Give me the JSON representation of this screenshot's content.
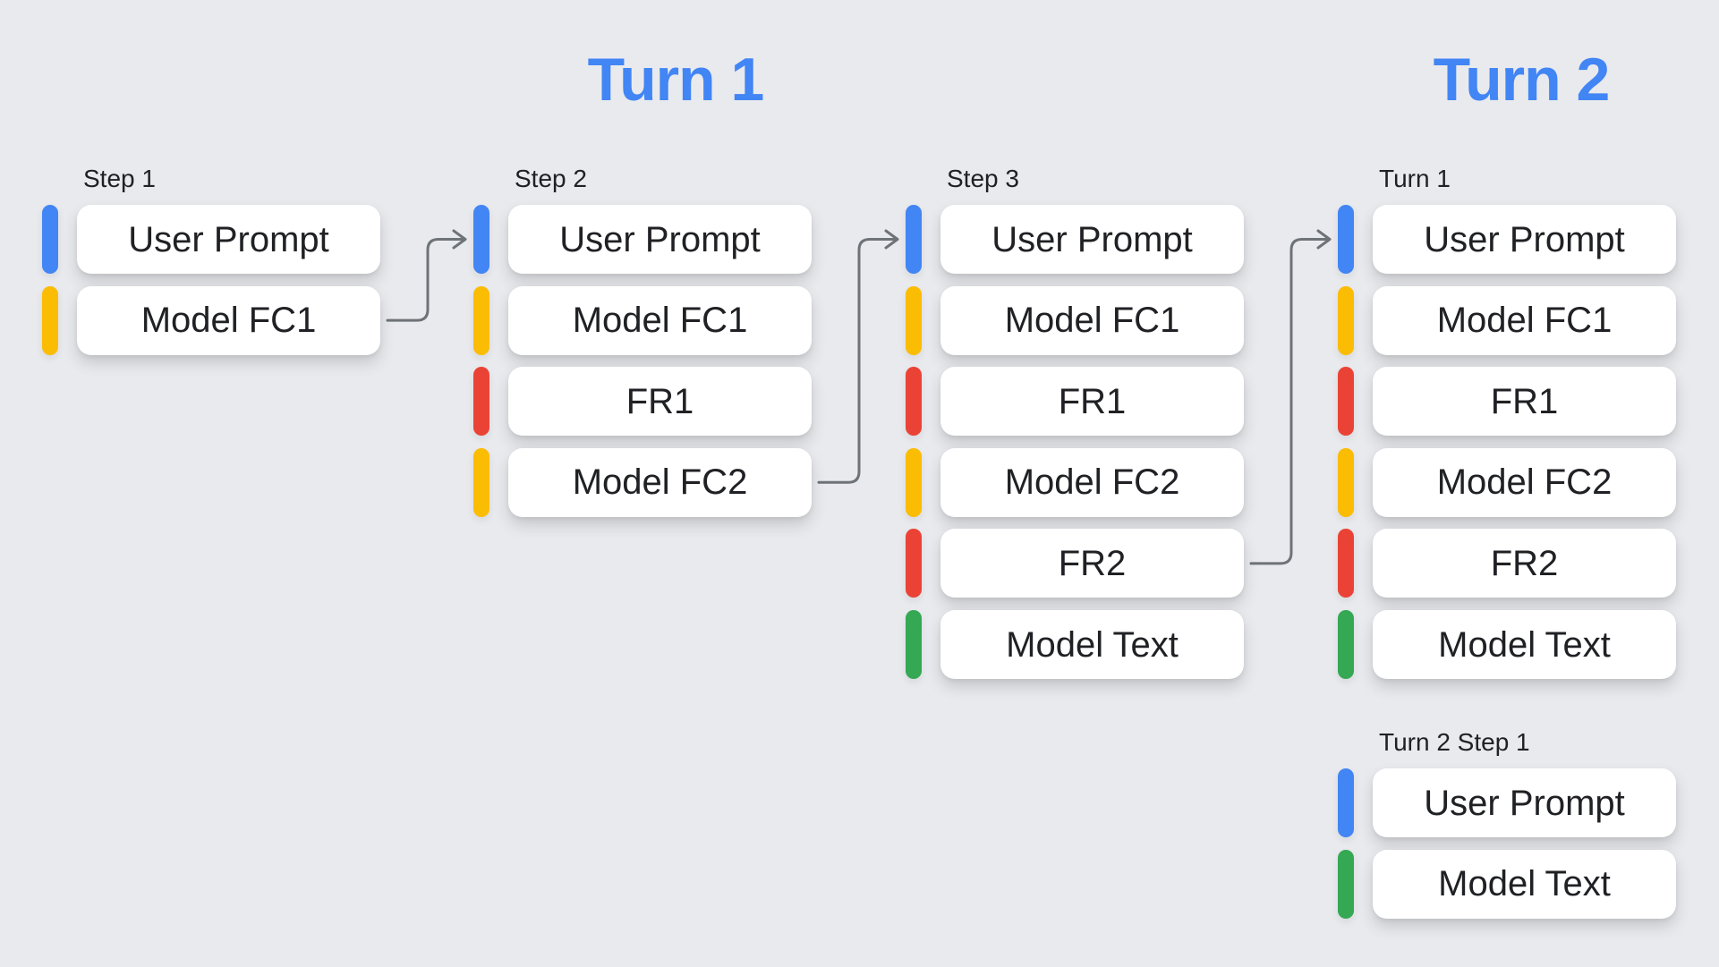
{
  "titles": [
    {
      "id": "turn1",
      "text": "Turn 1"
    },
    {
      "id": "turn2",
      "text": "Turn 2"
    }
  ],
  "colors": {
    "background": "#E9EAEE",
    "title_blue": "#4285F4",
    "arrow_gray": "#6E7377",
    "card_text": "#202124",
    "user_prompt": "#4285F4",
    "model_fc": "#FBBC04",
    "function_response": "#EA4335",
    "model_text": "#34A853"
  },
  "groups": [
    {
      "label": "Step 1",
      "cards": [
        {
          "text": "User Prompt",
          "type": "user_prompt"
        },
        {
          "text": "Model FC1",
          "type": "model_fc"
        }
      ]
    },
    {
      "label": "Step 2",
      "cards": [
        {
          "text": "User Prompt",
          "type": "user_prompt"
        },
        {
          "text": "Model FC1",
          "type": "model_fc"
        },
        {
          "text": "FR1",
          "type": "function_response"
        },
        {
          "text": "Model FC2",
          "type": "model_fc"
        }
      ]
    },
    {
      "label": "Step 3",
      "cards": [
        {
          "text": "User Prompt",
          "type": "user_prompt"
        },
        {
          "text": "Model FC1",
          "type": "model_fc"
        },
        {
          "text": "FR1",
          "type": "function_response"
        },
        {
          "text": "Model FC2",
          "type": "model_fc"
        },
        {
          "text": "FR2",
          "type": "function_response"
        },
        {
          "text": "Model Text",
          "type": "model_text"
        }
      ]
    },
    {
      "label": "Turn 1",
      "cards": [
        {
          "text": "User Prompt",
          "type": "user_prompt"
        },
        {
          "text": "Model FC1",
          "type": "model_fc"
        },
        {
          "text": "FR1",
          "type": "function_response"
        },
        {
          "text": "Model FC2",
          "type": "model_fc"
        },
        {
          "text": "FR2",
          "type": "function_response"
        },
        {
          "text": "Model Text",
          "type": "model_text"
        }
      ]
    },
    {
      "label": "Turn 2 Step 1",
      "cards": [
        {
          "text": "User Prompt",
          "type": "user_prompt"
        },
        {
          "text": "Model Text",
          "type": "model_text"
        }
      ]
    }
  ],
  "arrows": [
    {
      "from_group": 0,
      "from_card": 1,
      "to_group": 1,
      "to_card": 0
    },
    {
      "from_group": 1,
      "from_card": 3,
      "to_group": 2,
      "to_card": 0
    },
    {
      "from_group": 2,
      "from_card": 4,
      "to_group": 3,
      "to_card": 0
    }
  ]
}
